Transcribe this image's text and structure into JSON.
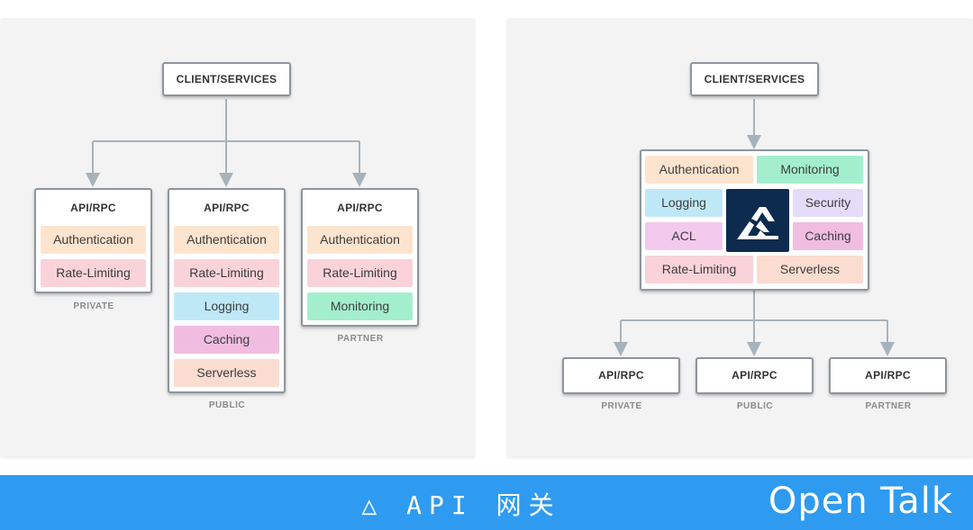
{
  "left_diagram": {
    "client_label": "CLIENT/SERVICES",
    "groups": [
      {
        "title": "API/RPC",
        "caption": "PRIVATE",
        "plugins": [
          "Authentication",
          "Rate-Limiting"
        ]
      },
      {
        "title": "API/RPC",
        "caption": "PUBLIC",
        "plugins": [
          "Authentication",
          "Rate-Limiting",
          "Logging",
          "Caching",
          "Serverless"
        ]
      },
      {
        "title": "API/RPC",
        "caption": "PARTNER",
        "plugins": [
          "Authentication",
          "Rate-Limiting",
          "Monitoring"
        ]
      }
    ]
  },
  "right_diagram": {
    "client_label": "CLIENT/SERVICES",
    "gateway_plugins": {
      "authentication": "Authentication",
      "monitoring": "Monitoring",
      "logging": "Logging",
      "security": "Security",
      "acl": "ACL",
      "caching": "Caching",
      "rate_limiting": "Rate-Limiting",
      "serverless": "Serverless"
    },
    "services": [
      {
        "title": "API/RPC",
        "caption": "PRIVATE"
      },
      {
        "title": "API/RPC",
        "caption": "PUBLIC"
      },
      {
        "title": "API/RPC",
        "caption": "PARTNER"
      }
    ]
  },
  "footer": {
    "title": "△ API 网关",
    "brand": "Open Talk"
  },
  "colors": {
    "footer_bg": "#2e9bf0",
    "logo_bg": "#0d2b4e",
    "line": "#a7b3bb"
  },
  "icons": [
    "kong-logo-icon",
    "triangle-icon"
  ]
}
